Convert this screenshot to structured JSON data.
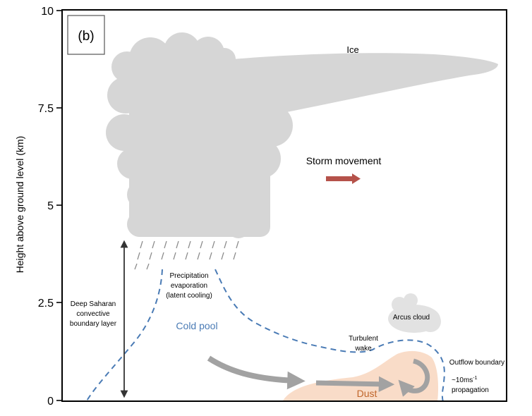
{
  "panel_label": "(b)",
  "axis": {
    "ylabel": "Height above ground level (km)",
    "ticks": [
      "10",
      "7.5",
      "5",
      "2.5",
      "0"
    ]
  },
  "labels": {
    "ice": "Ice",
    "storm_movement": "Storm movement",
    "precip_line1": "Precipitation",
    "precip_line2": "evaporation",
    "precip_line3": "(latent cooling)",
    "boundary_line1": "Deep Saharan",
    "boundary_line2": "convective",
    "boundary_line3": "boundary layer",
    "cold_pool": "Cold pool",
    "arcus": "Arcus cloud",
    "turbulent_line1": "Turbulent",
    "turbulent_line2": "wake",
    "outflow": "Outflow boundary",
    "speed": "~10ms",
    "speed_sup": "-1",
    "propagation": "propagation",
    "dust": "Dust"
  },
  "colors": {
    "cloud": "#d6d6d6",
    "arcus": "#e2e2e2",
    "dust": "#f9dcc8",
    "dust_text": "#c0662b",
    "dashed_line": "#4a7bb5",
    "cold_pool_text": "#4a7bb5",
    "storm_arrow": "#b5524a",
    "flow_arrow": "#a2a2a2"
  }
}
